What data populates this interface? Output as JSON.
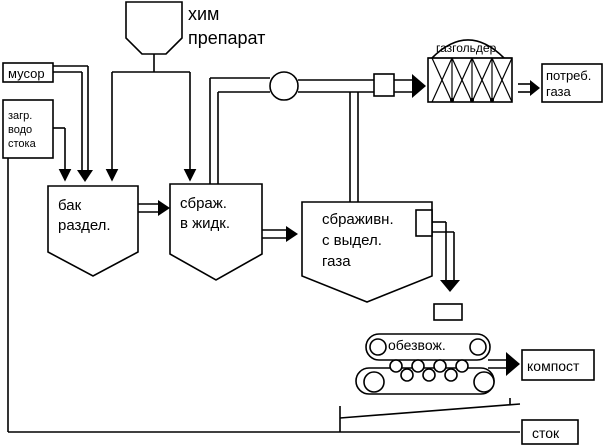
{
  "labels": {
    "chem_line1": "хим",
    "chem_line2": "препарат",
    "trash": "мусор",
    "waste_line1": "загр.",
    "waste_line2": "водо",
    "waste_line3": "стока",
    "sep_line1": "бак",
    "sep_line2": "раздел.",
    "liq_line1": "сбраж.",
    "liq_line2": "в жидк.",
    "dig_line1": "сбраживн.",
    "dig_line2": "с выдел.",
    "dig_line3": "газа",
    "gasholder": "газгольдер",
    "consumer_line1": "потреб.",
    "consumer_line2": "газа",
    "dewater": "обезвож.",
    "compost": "компост",
    "drain": "сток"
  }
}
